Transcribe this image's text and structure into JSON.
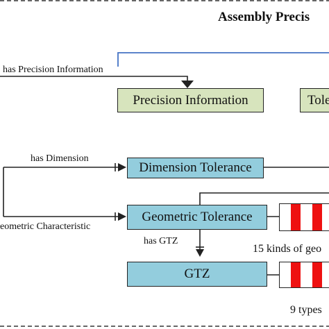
{
  "title": "Assembly Precis",
  "edges": {
    "has_precision_information": "has Precision Information",
    "has_dimension": "has Dimension",
    "geometric_characteristic": "eometric Characteristic",
    "has_gtz": "has GTZ"
  },
  "nodes": {
    "precision_information": "Precision Information",
    "tolerance": "Tole",
    "dimension_tolerance": "Dimension Tolerance",
    "geometric_tolerance": "Geometric Tolerance",
    "gtz": "GTZ"
  },
  "captions": {
    "kinds": "15 kinds of geo",
    "types": "9 types"
  },
  "colors": {
    "green_box": "#d7e4bd",
    "blue_box": "#93cddd",
    "stripe_red": "#ee1111",
    "connector_blue": "#4472c4"
  }
}
